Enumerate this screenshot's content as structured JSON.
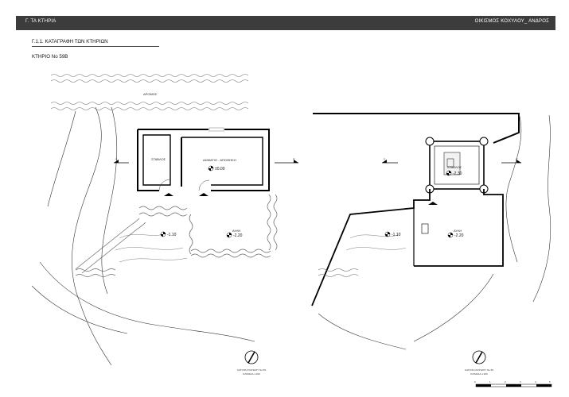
{
  "header": {
    "section_title": "Γ. ΤΑ ΚΤΗΡΙΑ",
    "settlement": "ΟΙΚΙΣΜΟΣ ΚΟΧΥΛΟΥ_ ΑΝΔΡΟΣ"
  },
  "subtitle": "Γ.1.1. ΚΑΤΑΓΡΑΦΗ ΤΩΝ ΚΤΗΡΙΩΝ",
  "building_title": "ΚΤΗΡΙΟ Νο 59Β",
  "left_plan": {
    "road_label": "ΔΡΟΜΟΣ",
    "rooms": {
      "stable": "ΣΤΑΒΛΟΣ",
      "bedroom_storage": "ΔΩΜΑΤΙΟ - ΑΠΟΘΗΚΗ",
      "yard": "ΑΥΛΗ"
    },
    "levels": {
      "room": "±0.00",
      "yard_left": "-1.10",
      "yard_right": "-2.20"
    },
    "section_marks": {
      "left": "A",
      "right": "A'"
    },
    "caption_title": "ΚΑΤΟΨΗ ΙΣΟΓΕΙΟΥ Νο 59",
    "caption_scale": "ΚΛΙΜΑΚΑ 1:100"
  },
  "right_plan": {
    "rooms": {
      "stable": "ΣΤΑΒΛΟΣ",
      "yard": "ΑΥΛΗ"
    },
    "levels": {
      "stable": "-2.30",
      "yard_left": "-1.10",
      "yard_right": "-2.20"
    },
    "section_marks": {
      "left": "A",
      "right": "A'"
    },
    "caption_title": "ΚΑΤΟΨΗ ΙΣΟΓΕΙΟΥ Νο 59",
    "caption_scale": "ΚΛΙΜΑΚΑ 1:100"
  },
  "scale_bar": {
    "ticks": [
      "0",
      "1",
      "2",
      "3",
      "4",
      "5"
    ]
  }
}
